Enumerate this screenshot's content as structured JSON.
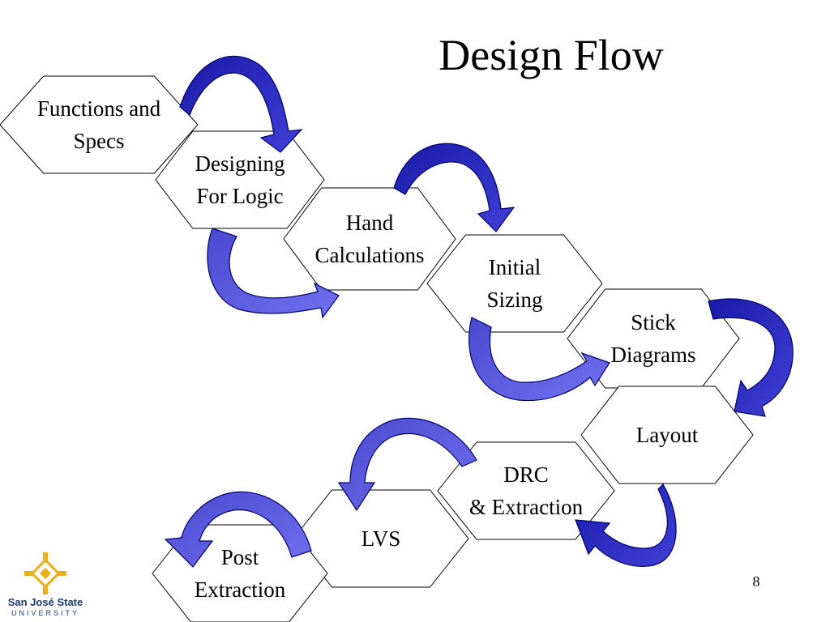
{
  "slide": {
    "title": "Design Flow",
    "page_number": "8"
  },
  "steps": [
    {
      "id": "functions-specs",
      "line1": "Functions and",
      "line2": "Specs"
    },
    {
      "id": "designing-logic",
      "line1": "Designing",
      "line2": "For Logic"
    },
    {
      "id": "hand-calculations",
      "line1": "Hand",
      "line2": "Calculations"
    },
    {
      "id": "initial-sizing",
      "line1": "Initial",
      "line2": "Sizing"
    },
    {
      "id": "stick-diagrams",
      "line1": "Stick",
      "line2": "Diagrams"
    },
    {
      "id": "layout",
      "line1": "Layout",
      "line2": ""
    },
    {
      "id": "drc-extraction",
      "line1": "DRC",
      "line2": "& Extraction"
    },
    {
      "id": "lvs",
      "line1": "LVS",
      "line2": ""
    },
    {
      "id": "post-extraction",
      "line1": "Post",
      "line2": "Extraction"
    }
  ],
  "logo": {
    "name": "San José State",
    "subtitle": "UNIVERSITY",
    "colors": {
      "gold": "#e8b020",
      "navy": "#1d3a6e"
    }
  },
  "colors": {
    "arrow_dark": "#1a1aa8",
    "arrow_light": "#6666ee",
    "arrow_outline": "#000066",
    "hex_stroke": "#000000",
    "hex_fill": "#ffffff"
  }
}
